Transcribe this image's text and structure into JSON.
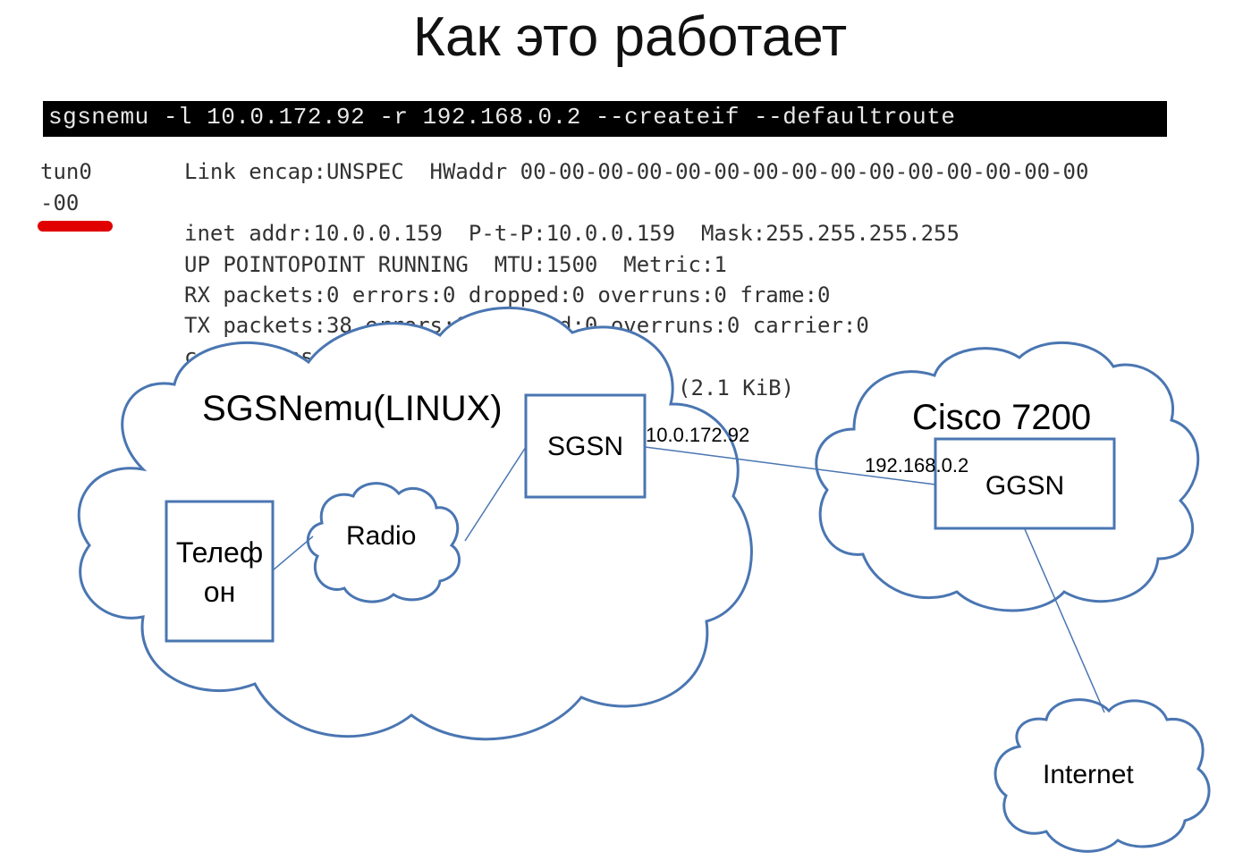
{
  "title": "Как это работает",
  "command": "sgsnemu -l 10.0.172.92 -r 192.168.0.2 --createif --defaultroute",
  "ifconfig": {
    "interface_name": "tun0",
    "interface_name_cont": "-00",
    "lines": [
      "Link encap:UNSPEC  HWaddr 00-00-00-00-00-00-00-00-00-00-00-00-00-00-00",
      "inet addr:10.0.0.159  P-t-P:10.0.0.159  Mask:255.255.255.255",
      "UP POINTOPOINT RUNNING  MTU:1500  Metric:1",
      "RX packets:0 errors:0 dropped:0 overruns:0 frame:0",
      "TX packets:38 errors:0 dropped:0 overruns:0 carrier:0",
      "collisions",
      "(2.1 KiB)"
    ]
  },
  "diagram": {
    "sgsnemu_cloud_label": "SGSNemu(LINUX)",
    "cisco_cloud_label": "Cisco 7200",
    "internet_label": "Internet",
    "radio_label": "Radio",
    "phone_label_line1": "Телеф",
    "phone_label_line2": "он",
    "sgsn_label": "SGSN",
    "ggsn_label": "GGSN",
    "sgsn_ip": "10.0.172.92",
    "ggsn_ip": "192.168.0.2",
    "line_color": "#4a76b2"
  }
}
